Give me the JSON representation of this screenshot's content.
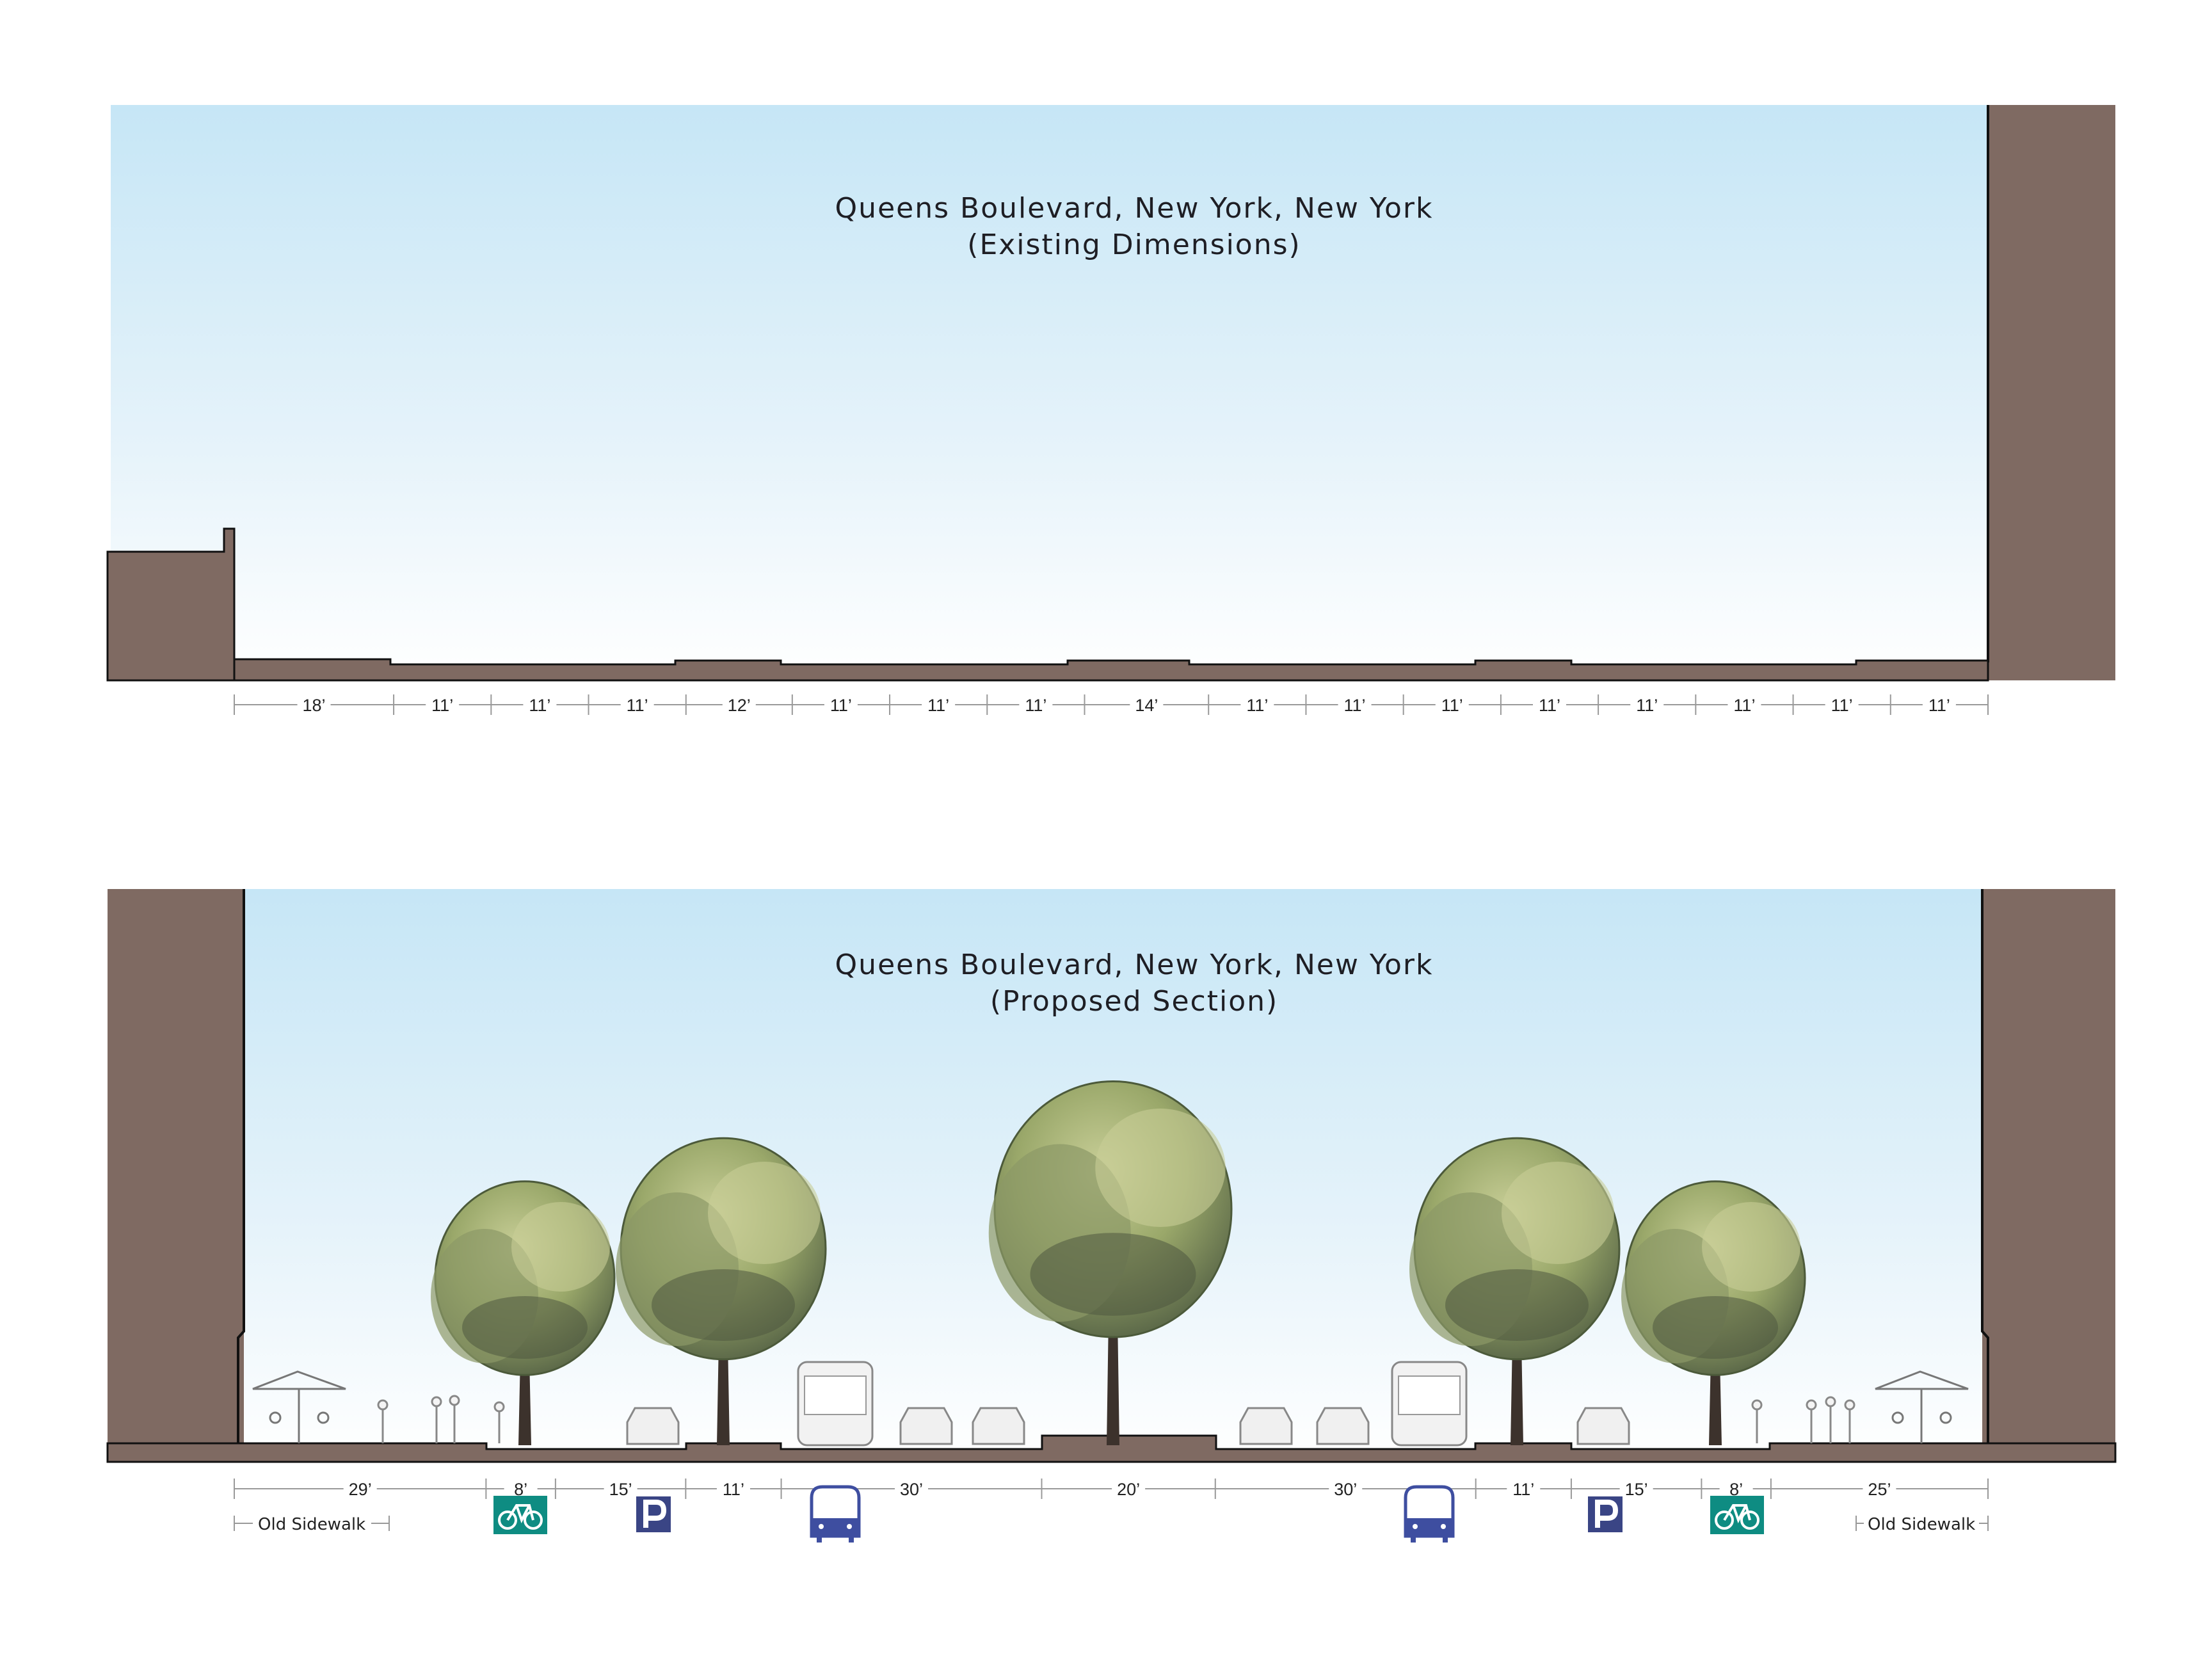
{
  "existing": {
    "title": "Queens Boulevard, New York, New York",
    "subtitle": "(Existing Dimensions)",
    "segments": [
      {
        "label": "18’",
        "feet": 18
      },
      {
        "label": "11’",
        "feet": 11
      },
      {
        "label": "11’",
        "feet": 11
      },
      {
        "label": "11’",
        "feet": 11
      },
      {
        "label": "12’",
        "feet": 12
      },
      {
        "label": "11’",
        "feet": 11
      },
      {
        "label": "11’",
        "feet": 11
      },
      {
        "label": "11’",
        "feet": 11
      },
      {
        "label": "14’",
        "feet": 14
      },
      {
        "label": "11’",
        "feet": 11
      },
      {
        "label": "11’",
        "feet": 11
      },
      {
        "label": "11’",
        "feet": 11
      },
      {
        "label": "11’",
        "feet": 11
      },
      {
        "label": "11’",
        "feet": 11
      },
      {
        "label": "11’",
        "feet": 11
      },
      {
        "label": "11’",
        "feet": 11
      },
      {
        "label": "11’",
        "feet": 11
      }
    ]
  },
  "proposed": {
    "title": "Queens Boulevard, New York, New York",
    "subtitle": "(Proposed Section)",
    "segments": [
      {
        "label": "29’",
        "feet": 29
      },
      {
        "label": "8’",
        "feet": 8
      },
      {
        "label": "15’",
        "feet": 15
      },
      {
        "label": "11’",
        "feet": 11
      },
      {
        "label": "30’",
        "feet": 30
      },
      {
        "label": "20’",
        "feet": 20
      },
      {
        "label": "30’",
        "feet": 30
      },
      {
        "label": "11’",
        "feet": 11
      },
      {
        "label": "15’",
        "feet": 15
      },
      {
        "label": "8’",
        "feet": 8
      },
      {
        "label": "25’",
        "feet": 25
      }
    ],
    "old_sidewalk_left": "Old Sidewalk",
    "old_sidewalk_right": "Old Sidewalk",
    "icons": [
      "bike-lane-icon",
      "parking-icon",
      "bus-icon",
      "bus-icon",
      "parking-icon",
      "bike-lane-icon"
    ]
  },
  "colors": {
    "building": "#7f6a62",
    "sky_top": "#c6e6f6",
    "bike": "#0e8c82",
    "parking": "#3a4585",
    "bus": "#3e4ea0",
    "tree": "#9aa86a"
  }
}
